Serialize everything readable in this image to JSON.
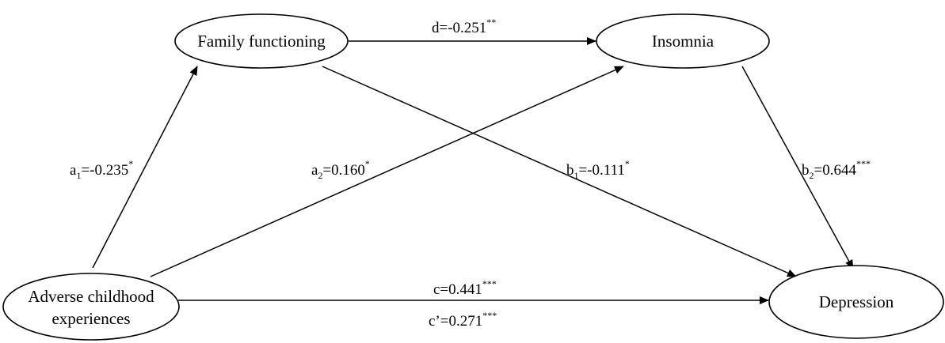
{
  "nodes": {
    "acex_line1": "Adverse childhood",
    "acex_line2": "experiences",
    "family": "Family functioning",
    "insomnia": "Insomnia",
    "depression": "Depression"
  },
  "paths": {
    "a1": {
      "letter": "a",
      "sub": "1",
      "value": "=-0.235",
      "sig": "*"
    },
    "a2": {
      "letter": "a",
      "sub": "2",
      "value": "=0.160",
      "sig": "*"
    },
    "b1": {
      "letter": "b",
      "sub": "1",
      "value": "=-0.111",
      "sig": "*"
    },
    "b2": {
      "letter": "b",
      "sub": "2",
      "value": "=0.644",
      "sig": "***"
    },
    "d": {
      "text": "d=-0.251",
      "sig": "**"
    },
    "c": {
      "text": "c=0.441",
      "sig": "***"
    },
    "c_prime": {
      "text": "c’=0.271",
      "sig": "***"
    }
  }
}
